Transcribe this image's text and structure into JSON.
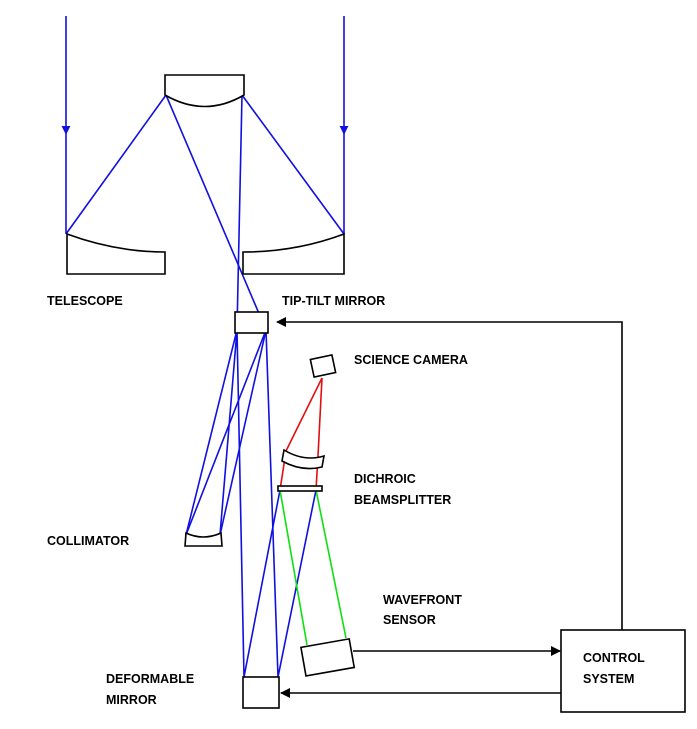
{
  "labels": {
    "telescope": "TELESCOPE",
    "tip_tilt": "TIP-TILT MIRROR",
    "science_camera": "SCIENCE CAMERA",
    "dichroic_1": "DICHROIC",
    "dichroic_2": "BEAMSPLITTER",
    "collimator": "COLLIMATOR",
    "wavefront_1": "WAVEFRONT",
    "wavefront_2": "SENSOR",
    "control_1": "CONTROL",
    "control_2": "SYSTEM",
    "deformable_1": "DEFORMABLE",
    "deformable_2": "MIRROR"
  },
  "colors": {
    "starlight_beam": "#1010e0",
    "science_beam": "#e01010",
    "wavefront_beam": "#10e010",
    "outline": "#000000"
  }
}
